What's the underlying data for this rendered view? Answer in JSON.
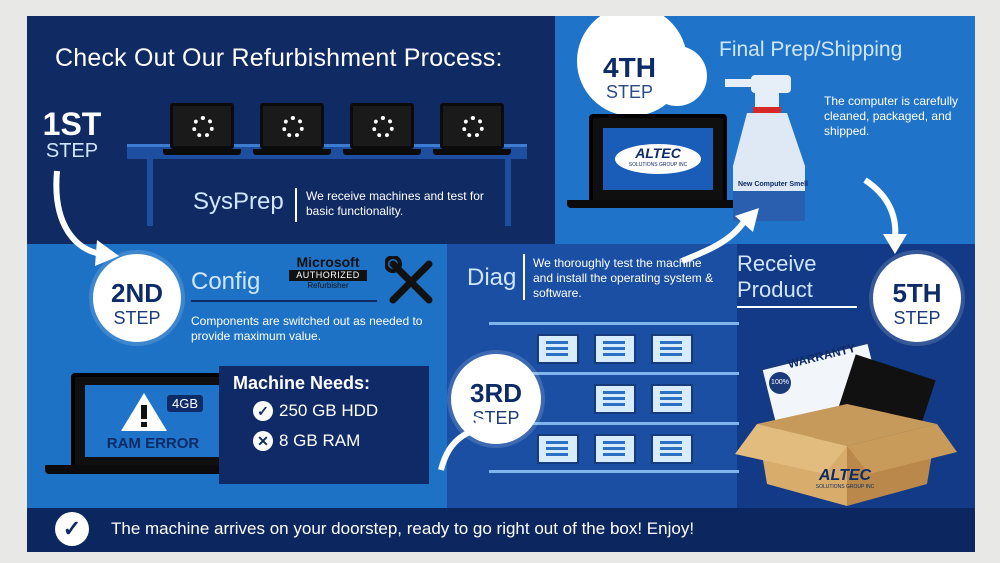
{
  "title": "Check Out Our Refurbishment Process:",
  "steps": {
    "s1": {
      "num": "1ST",
      "label": "STEP"
    },
    "s2": {
      "num": "2ND",
      "label": "STEP"
    },
    "s3": {
      "num": "3RD",
      "label": "STEP"
    },
    "s4": {
      "num": "4TH",
      "label": "STEP"
    },
    "s5": {
      "num": "5TH",
      "label": "STEP"
    }
  },
  "sysprep": {
    "heading": "SysPrep",
    "desc": "We receive machines and test for basic functionality."
  },
  "config": {
    "heading": "Config",
    "ms_line1": "Microsoft",
    "ms_line2": "AUTHORIZED",
    "ms_line3": "Refurbisher",
    "desc": "Components are switched out as needed to provide maximum value.",
    "laptop_badge": "4GB",
    "laptop_error": "RAM ERROR",
    "needs_title": "Machine Needs:",
    "need1": "250 GB HDD",
    "need2": "8 GB RAM"
  },
  "diag": {
    "heading": "Diag",
    "desc": "We thoroughly test the machine and install the operating system & software."
  },
  "final": {
    "heading": "Final Prep/Shipping",
    "desc": "The computer is carefully cleaned, packaged, and shipped.",
    "bottle_label": "New Computer Smell",
    "brand": "ALTEC",
    "brand_sub": "SOLUTIONS GROUP INC"
  },
  "receive": {
    "heading_line1": "Receive",
    "heading_line2": "Product",
    "warranty": "WARRANTY",
    "seal": "100%",
    "box_brand": "ALTEC",
    "box_sub": "SOLUTIONS GROUP INC"
  },
  "footer": {
    "text": "The machine arrives on your doorstep, ready to go right out of the box! Enjoy!"
  },
  "colors": {
    "navy": "#102a63",
    "blue": "#1f73c8",
    "light": "#cfe6ff"
  }
}
